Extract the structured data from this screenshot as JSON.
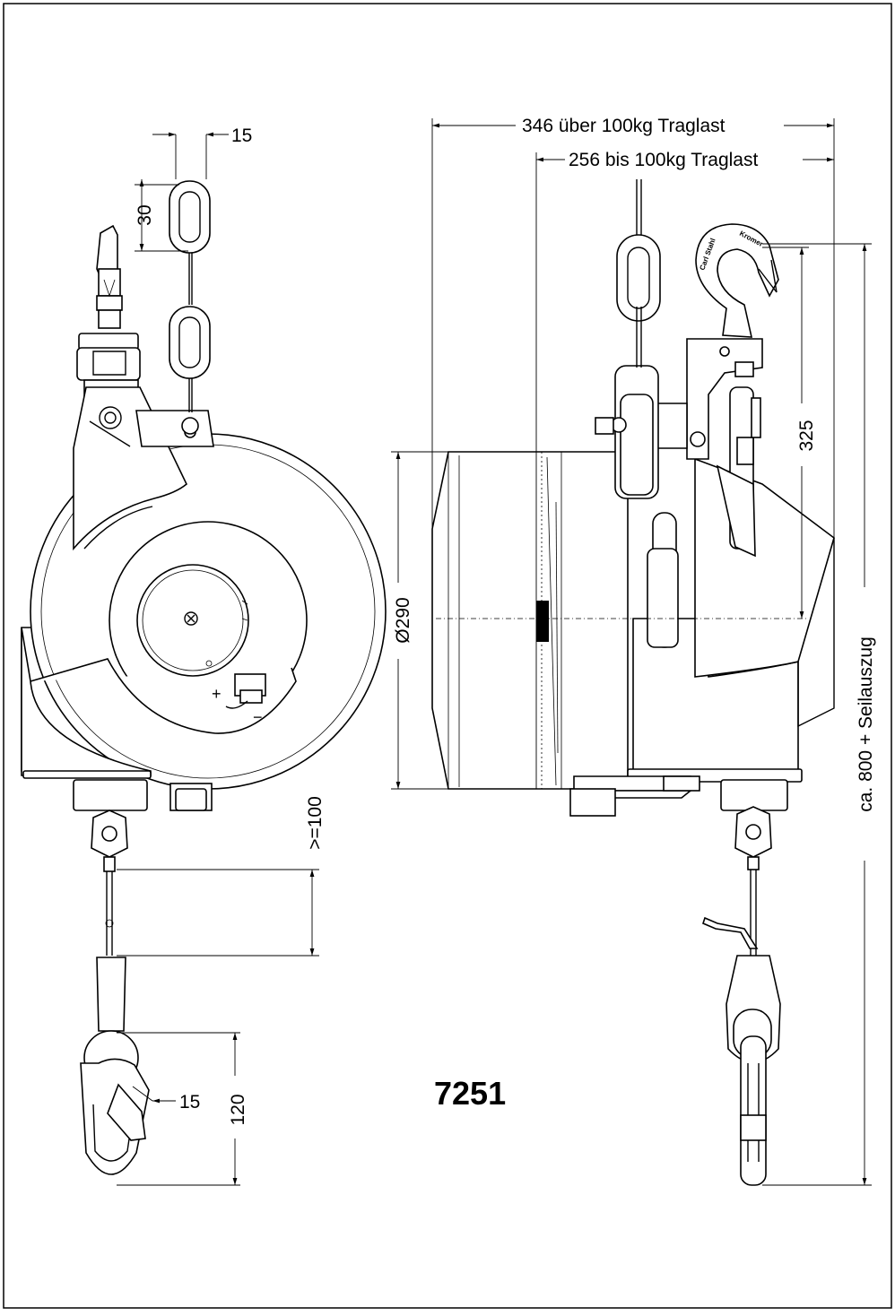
{
  "drawing": {
    "model_number": "7251",
    "dimensions": {
      "chain_link_width": "15",
      "chain_link_pitch": "30",
      "overall_depth_over_100kg": "346 über 100kg Traglast",
      "overall_depth_up_to_100kg": "256 bis 100kg Traglast",
      "drum_diameter": "Ø290",
      "hook_to_axis": "325",
      "rope_extension": "ca. 800 + Seilauszug",
      "min_clearance": ">=100",
      "carabiner_length": "120",
      "carabiner_opening": "15"
    },
    "hook_marking": {
      "brand": "Carl Stahl",
      "maker": "Kromer"
    },
    "adjustment_symbols": {
      "plus": "+",
      "minus": "−"
    }
  }
}
